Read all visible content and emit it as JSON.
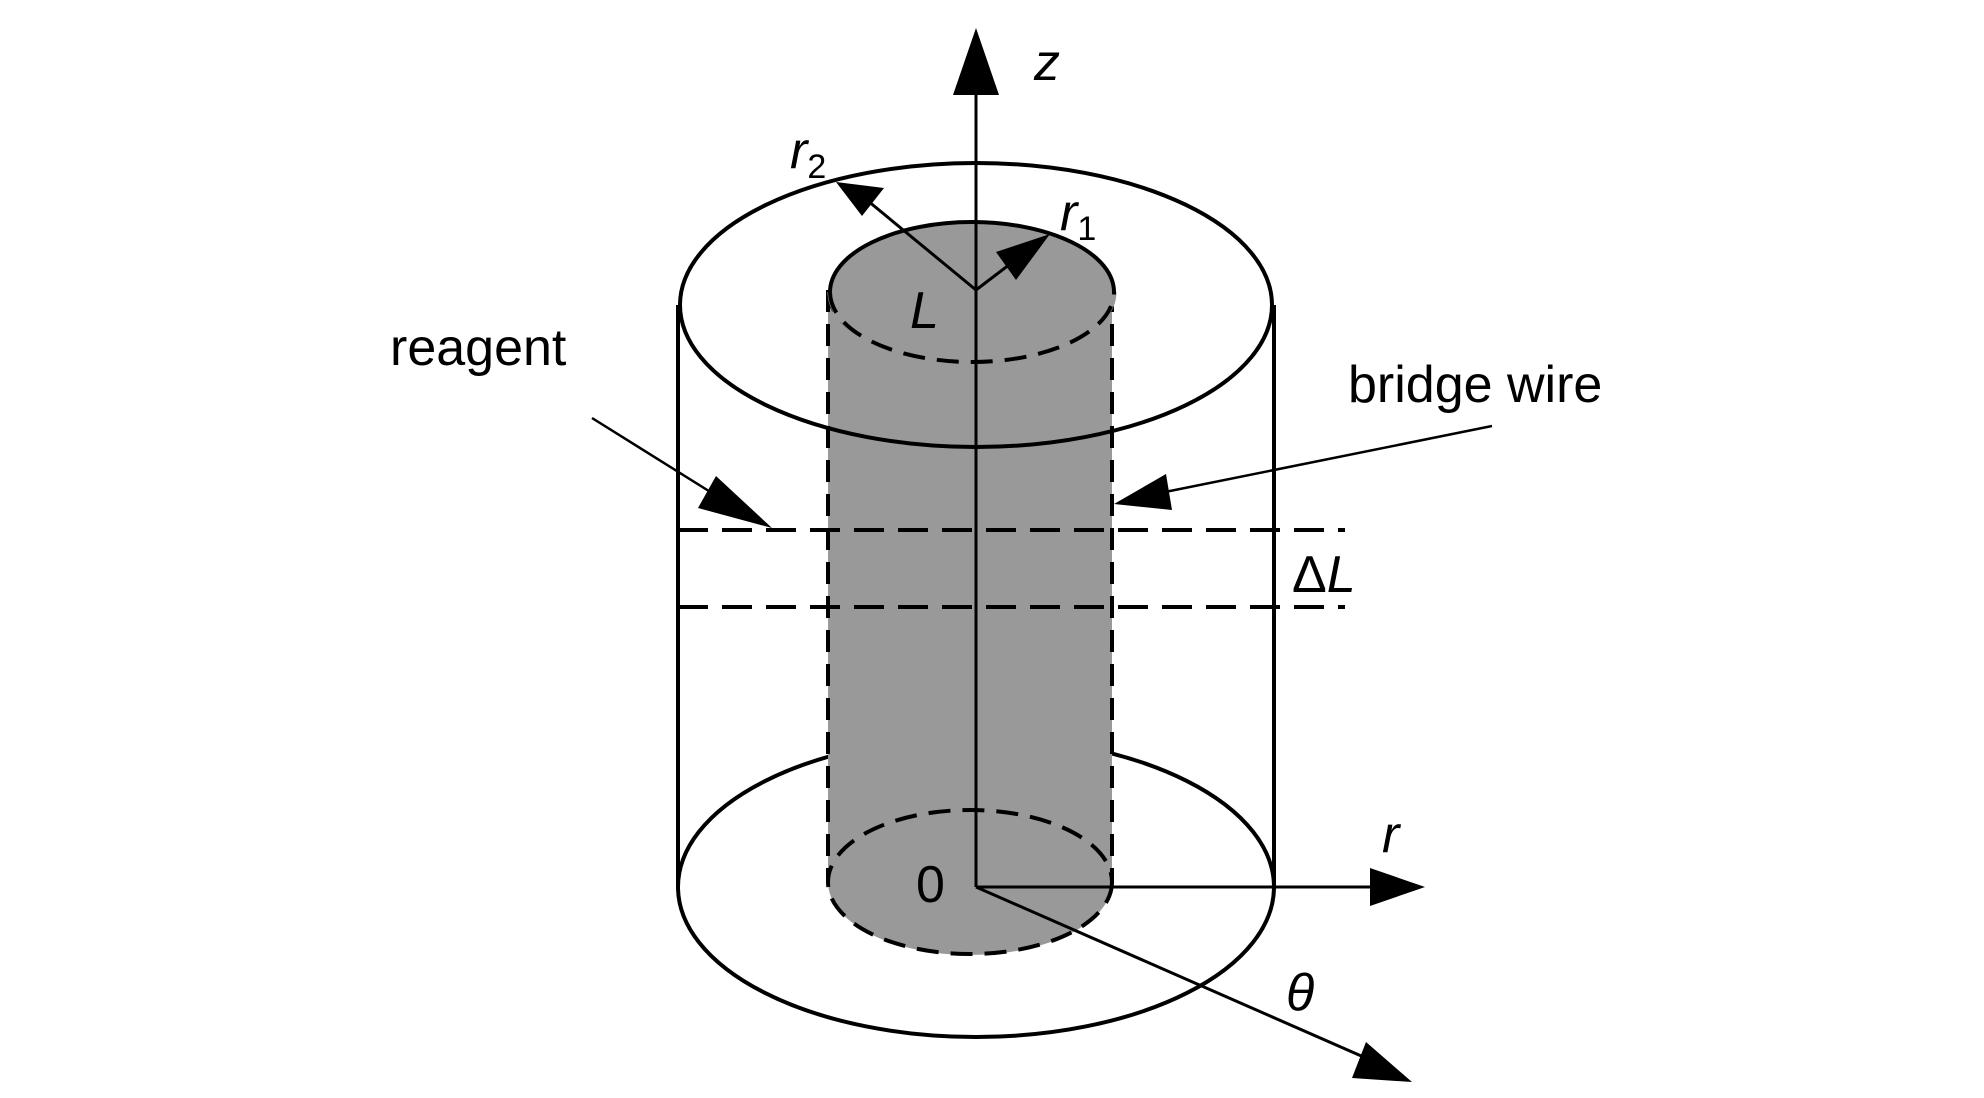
{
  "labels": {
    "z_axis": "z",
    "r_axis": "r",
    "theta_axis": "θ",
    "origin": "0",
    "r2_main": "r",
    "r2_sub": "2",
    "r1_main": "r",
    "r1_sub": "1",
    "length": "L",
    "delta_length_prefix": "Δ",
    "delta_length_var": "L",
    "reagent": "reagent",
    "bridge_wire": "bridge wire"
  },
  "colors": {
    "line": "#000000",
    "wire_fill": "#999999",
    "background": "#ffffff"
  }
}
